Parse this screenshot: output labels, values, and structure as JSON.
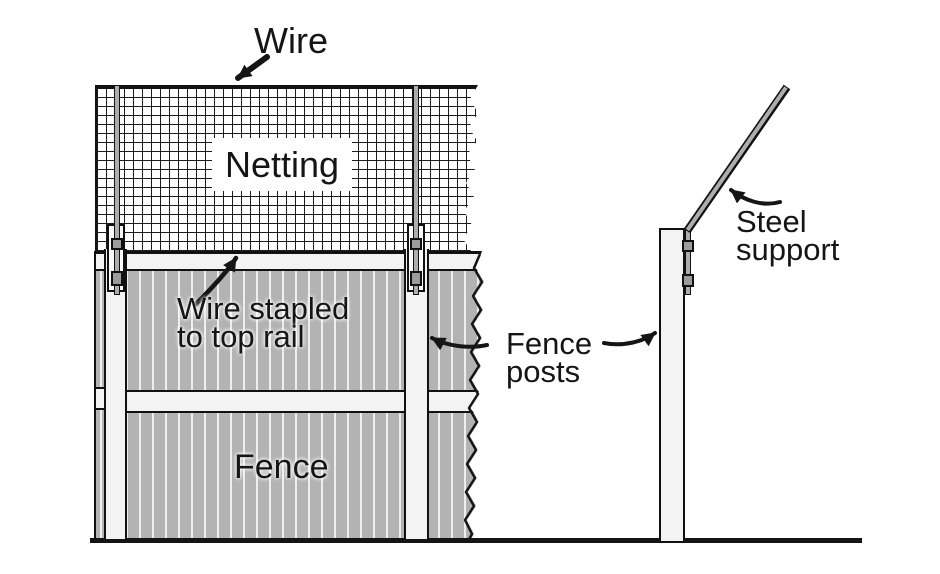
{
  "scene": {
    "labels": {
      "wire": "Wire",
      "netting": "Netting",
      "wire_stapled_line1": "Wire stapled",
      "wire_stapled_line2": "to top rail",
      "fence_posts_line1": "Fence",
      "fence_posts_line2": "posts",
      "fence": "Fence",
      "steel_support_line1": "Steel",
      "steel_support_line2": "support"
    },
    "colors": {
      "background": "#ffffff",
      "mesh_line": "#1b1b1b",
      "fence_fill": "#b3b3b3",
      "slat_line": "#eeeeee",
      "post_fill": "#f3f3f3",
      "rod_fill": "#adadad",
      "clamp_fill": "#9c9c9c",
      "outline": "#111111",
      "ground": "#141414",
      "label_color": "#151515"
    }
  }
}
